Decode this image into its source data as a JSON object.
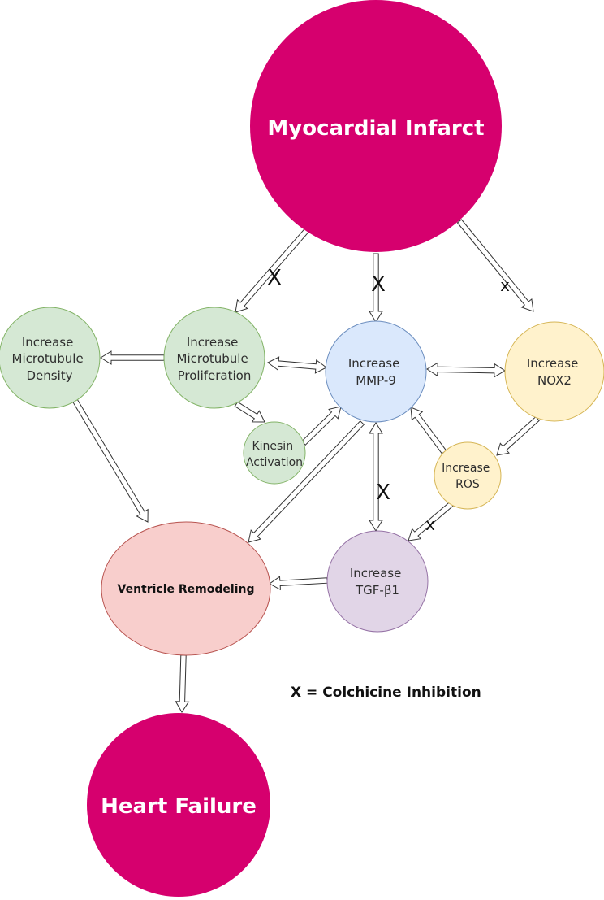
{
  "nodes": {
    "myocardial_infarct": "Myocardial Infarct",
    "mt_density": [
      "Increase",
      "Microtubule",
      "Density"
    ],
    "mt_proliferation": [
      "Increase",
      "Microtubule",
      "Proliferation"
    ],
    "mmp9": [
      "Increase",
      "MMP-9"
    ],
    "nox2": [
      "Increase",
      "NOX2"
    ],
    "kinesin": [
      "Kinesin",
      "Activation"
    ],
    "ros": [
      "Increase",
      "ROS"
    ],
    "ventricle_remodeling": "Ventricle Remodeling",
    "tgf": [
      "Increase",
      "TGF-β1"
    ],
    "heart_failure": "Heart Failure"
  },
  "inhibition_marks": {
    "mi_to_proliferation": "X",
    "mi_to_mmp9": "X",
    "mi_to_nox2": "x",
    "mmp9_tgf": "X",
    "ros_to_tgf": "x"
  },
  "legend": "X = Colchicine Inhibition",
  "colors": {
    "magenta": "#d6006e",
    "green_fill": "#d5e8d4",
    "green_stroke": "#82b366",
    "blue_fill": "#dae8fc",
    "blue_stroke": "#6c8ebf",
    "yellow_fill": "#fff2cc",
    "yellow_stroke": "#d6b656",
    "pink_fill": "#f8cecc",
    "pink_stroke": "#b85450",
    "purple_fill": "#e1d5e7",
    "purple_stroke": "#9673a6"
  }
}
